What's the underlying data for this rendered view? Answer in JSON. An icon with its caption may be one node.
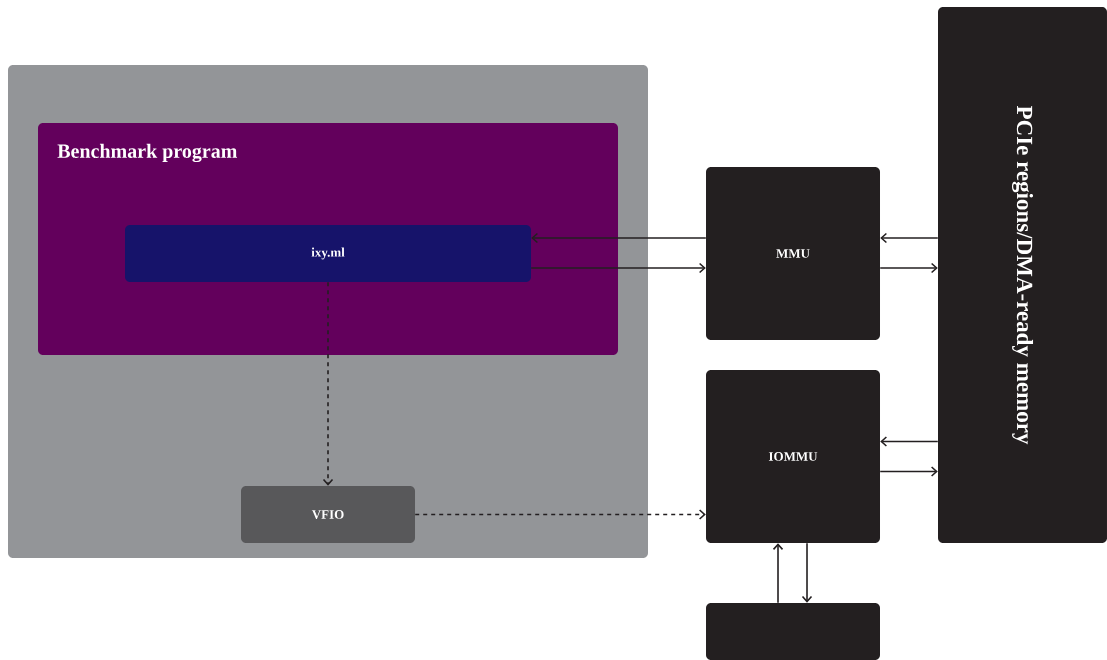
{
  "diagram": {
    "nodes": [
      {
        "text": [],
        "shape": "box"
      },
      {
        "text": [
          "Benchmark program"
        ],
        "in": 0
      },
      {
        "text": [
          "ixy.ml"
        ],
        "in": 1
      },
      {
        "text": [
          "VFIO"
        ],
        "in": 0
      },
      {
        "text": [
          "MMU"
        ]
      },
      {
        "text": [
          "IOMMU"
        ]
      },
      {
        "text": [
          "PCIe regions/DMA-ready memory"
        ]
      },
      {
        "text": [],
        "shape": "box"
      }
    ],
    "edges": [
      {
        "from": 4,
        "to": 2,
        "arrow": "to"
      },
      {
        "from": 2,
        "to": 4,
        "arrow": "to"
      },
      {
        "from": 6,
        "to": 4,
        "arrow": "to"
      },
      {
        "from": 4,
        "to": 6,
        "arrow": "to"
      },
      {
        "from": 2,
        "to": 3,
        "arrow": "to",
        "style": "dashed"
      },
      {
        "from": 3,
        "to": 5,
        "arrow": "to",
        "style": "dashed"
      },
      {
        "from": 6,
        "to": 5,
        "arrow": "to"
      },
      {
        "from": 5,
        "to": 6,
        "arrow": "to"
      },
      {
        "from": 7,
        "to": 5,
        "arrow": "to"
      },
      {
        "from": 5,
        "to": 7,
        "arrow": "to"
      }
    ]
  }
}
